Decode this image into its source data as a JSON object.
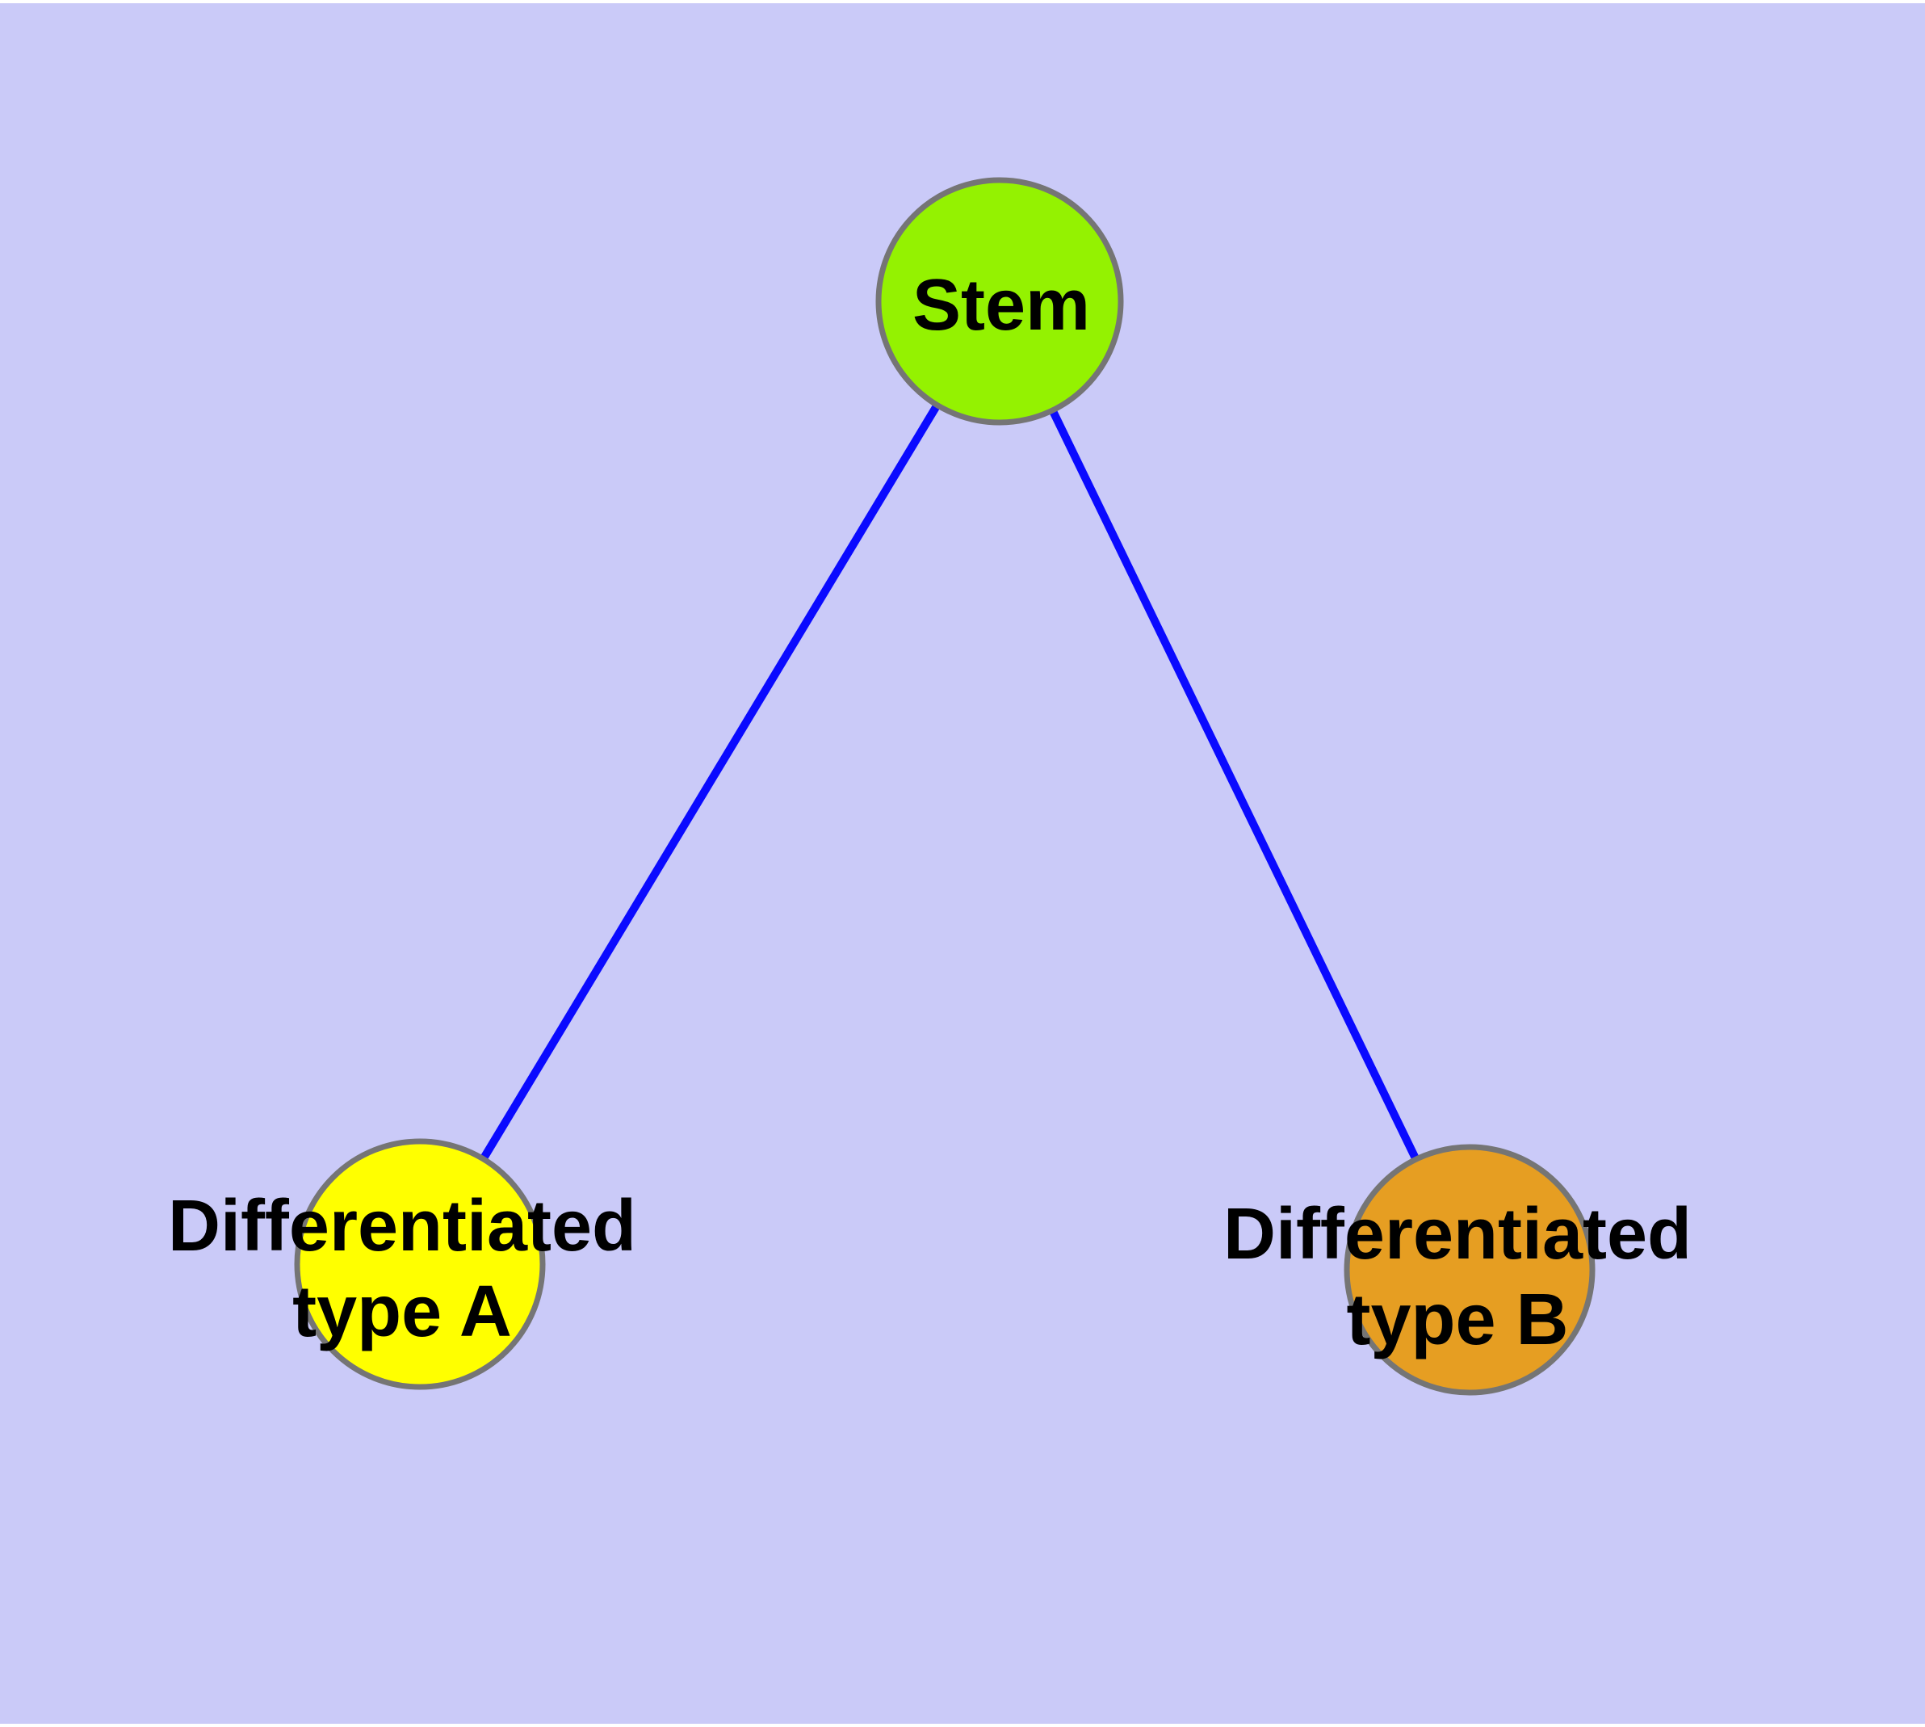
{
  "canvas": {
    "background_color": "#CACAF8",
    "margin_color": "#FFFFFF"
  },
  "style": {
    "edge_color": "#0A0AFF",
    "edge_width": 10,
    "node_stroke_color": "#757575",
    "node_stroke_width": 7,
    "label_color": "#000000"
  },
  "nodes": [
    {
      "id": "stem",
      "label": "Stem",
      "fill_color": "#94F201"
    },
    {
      "id": "differentiated-type-a",
      "label": "Differentiated type A",
      "label_line1": "Differentiated",
      "label_line2": "type A",
      "fill_color": "#FFFF00"
    },
    {
      "id": "differentiated-type-b",
      "label": "Differentiated type B",
      "label_line1": "Differentiated",
      "label_line2": "type B",
      "fill_color": "#E69E22"
    }
  ],
  "edges": [
    {
      "from": "stem",
      "to": "differentiated-type-a"
    },
    {
      "from": "stem",
      "to": "differentiated-type-b"
    }
  ]
}
